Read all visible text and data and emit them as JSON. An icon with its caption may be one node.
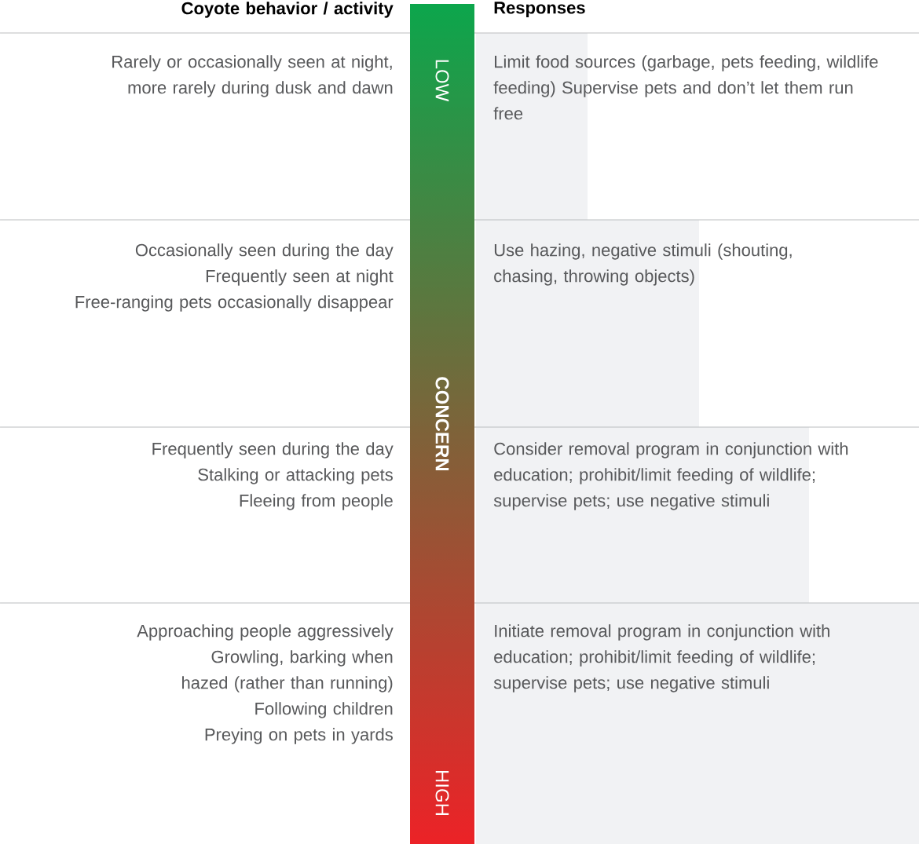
{
  "diagram": {
    "nodes": [
      {
        "text": [
          "LOW",
          "CONCERN",
          "HIGH"
        ]
      }
    ],
    "labels": [
      "Coyote behavior / activity",
      "Responses",
      "Rarely or occasionally seen at night, more rarely during dusk and dawn",
      "Limit food sources (garbage, pets feeding, wildlife feeding) Supervise pets and don’t let them run free",
      "Occasionally seen during the day",
      "Frequently seen at night",
      "Free-ranging pets occasionally disappear",
      "Use hazing, negative stimuli (shouting, chasing, throwing objects)",
      "Frequently seen during the day",
      "Stalking or attacking pets",
      "Fleeing from people",
      "Consider removal program in conjunction with education; prohibit/limit feeding of wildlife; supervise pets; use negative stimuli",
      "Approaching people aggressively",
      "Growling, barking when hazed (rather than running)",
      "Following children",
      "Preying on pets in yards",
      "Initiate removal program in conjunction with education; prohibit/limit feeding of wildlife; supervise pets; use negative stimuli"
    ]
  }
}
